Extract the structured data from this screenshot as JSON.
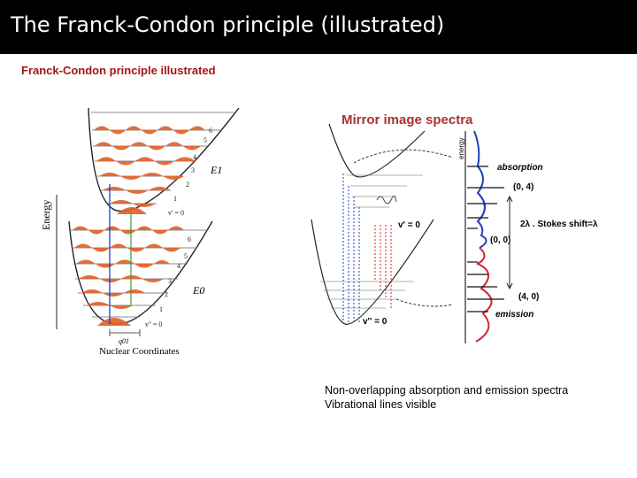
{
  "slide": {
    "title": "The Franck-Condon principle (illustrated)",
    "subtitle": "Franck-Condon principle illustrated"
  },
  "left_figure": {
    "upper_levels": [
      "6",
      "5",
      "4",
      "3",
      "2",
      "1",
      "v' = 0"
    ],
    "upper_state": "E1",
    "lower_levels": [
      "6",
      "5",
      "4",
      "3",
      "2",
      "1",
      "v'' = 0"
    ],
    "lower_state": "E0",
    "y_axis": "Energy",
    "x_axis": "Nuclear Coordinates",
    "displacement": "q01"
  },
  "right_figure": {
    "title": "Mirror image spectra",
    "energy_label": "energy",
    "absorption": "absorption",
    "emission": "emission",
    "peak_04": "(0, 4)",
    "peak_00": "(0, 0)",
    "peak_40": "(4, 0)",
    "stokes": "2λ . Stokes shift=λ",
    "upper_v0": "v' = 0",
    "lower_v0": "v'' = 0"
  },
  "notes": [
    "Non-overlapping absorption and emission spectra",
    "Vibrational lines visible"
  ],
  "colors": {
    "title_bar": "#000000",
    "subtitle": "#a31515",
    "wavefunction": "#e0622a",
    "absorption_line": "#1f3fbf",
    "emission_line": "#d0262a",
    "emission_vertical": "#3aa03a",
    "heading": "#a83232"
  }
}
